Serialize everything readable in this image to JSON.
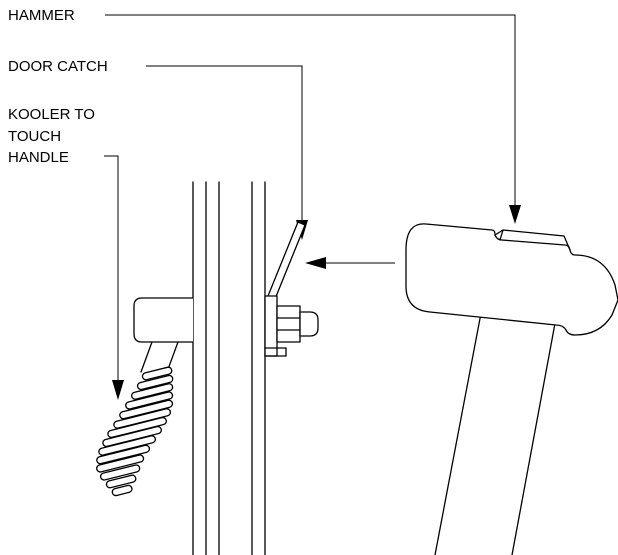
{
  "labels": {
    "hammer": "HAMMER",
    "door_catch": "DOOR CATCH",
    "kooler_line1": "KOOLER TO",
    "kooler_line2": "TOUCH",
    "kooler_line3": "HANDLE"
  }
}
